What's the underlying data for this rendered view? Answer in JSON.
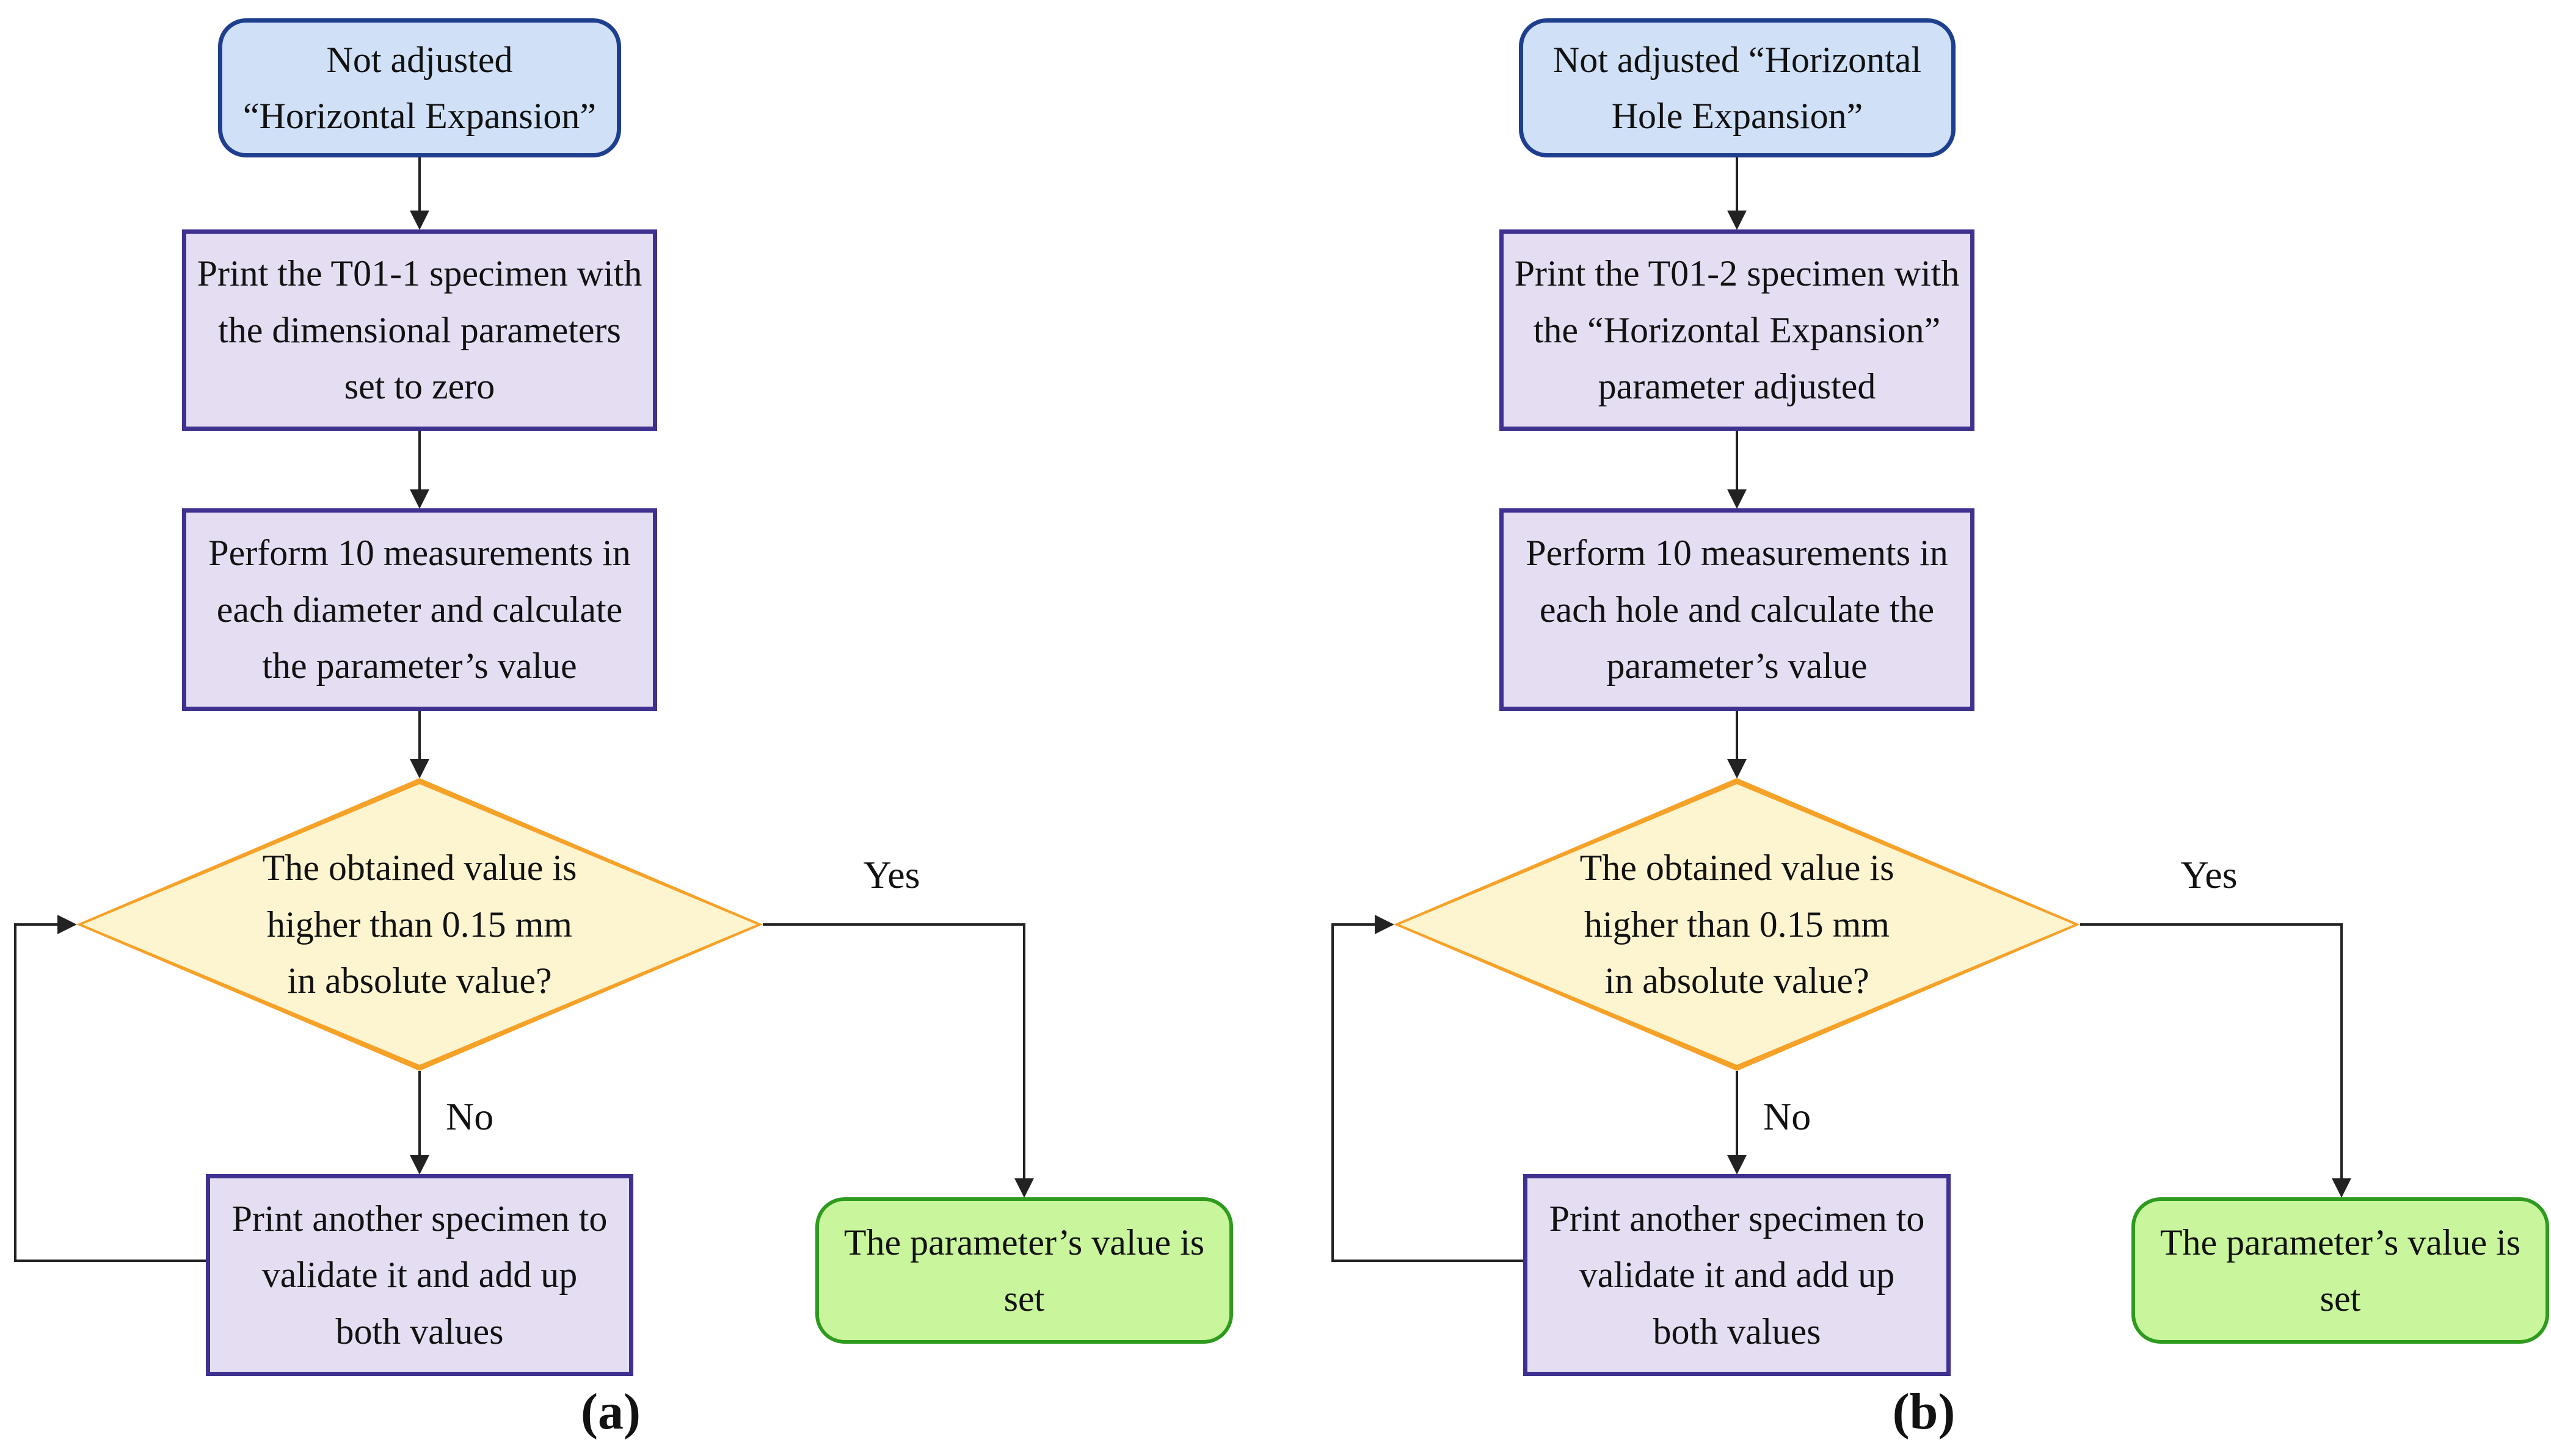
{
  "figure": {
    "type": "flowchart-pair",
    "background": "#ffffff"
  },
  "styles": {
    "start_fill": "#cfe0f7",
    "start_border": "#1e3e8e",
    "process_fill": "#e5def3",
    "process_border": "#3f3190",
    "decision_fill": "#fdf4d0",
    "decision_border": "#f6a127",
    "end_fill": "#c9f59c",
    "end_border": "#2e9b1e",
    "line_color": "#222222",
    "text_color": "#121212"
  },
  "charts": {
    "a": {
      "caption": "(a)",
      "start": {
        "lines": [
          "Not adjusted",
          "“Horizontal Expansion”"
        ]
      },
      "process1": {
        "lines": [
          "Print the T01-1 specimen with",
          "the dimensional parameters",
          "set to zero"
        ]
      },
      "process2": {
        "lines": [
          "Perform 10 measurements in",
          "each diameter and calculate",
          "the parameter’s value"
        ]
      },
      "decision": {
        "lines": [
          "The obtained value is",
          "higher than 0.15 mm",
          "in absolute value?"
        ]
      },
      "yes_label": "Yes",
      "no_label": "No",
      "process3": {
        "lines": [
          "Print another specimen to",
          "validate it and add up",
          "both values"
        ]
      },
      "end": {
        "lines": [
          "The parameter’s value is",
          "set"
        ]
      }
    },
    "b": {
      "caption": "(b)",
      "start": {
        "lines": [
          "Not adjusted “Horizontal",
          "Hole Expansion”"
        ]
      },
      "process1": {
        "lines": [
          "Print the T01-2 specimen with",
          "the “Horizontal Expansion”",
          "parameter adjusted"
        ]
      },
      "process2": {
        "lines": [
          "Perform 10 measurements in",
          "each hole and calculate the",
          "parameter’s value"
        ]
      },
      "decision": {
        "lines": [
          "The obtained value is",
          "higher than 0.15 mm",
          "in absolute value?"
        ]
      },
      "yes_label": "Yes",
      "no_label": "No",
      "process3": {
        "lines": [
          "Print another specimen to",
          "validate it and add up",
          "both values"
        ]
      },
      "end": {
        "lines": [
          "The parameter’s value is",
          "set"
        ]
      }
    }
  }
}
